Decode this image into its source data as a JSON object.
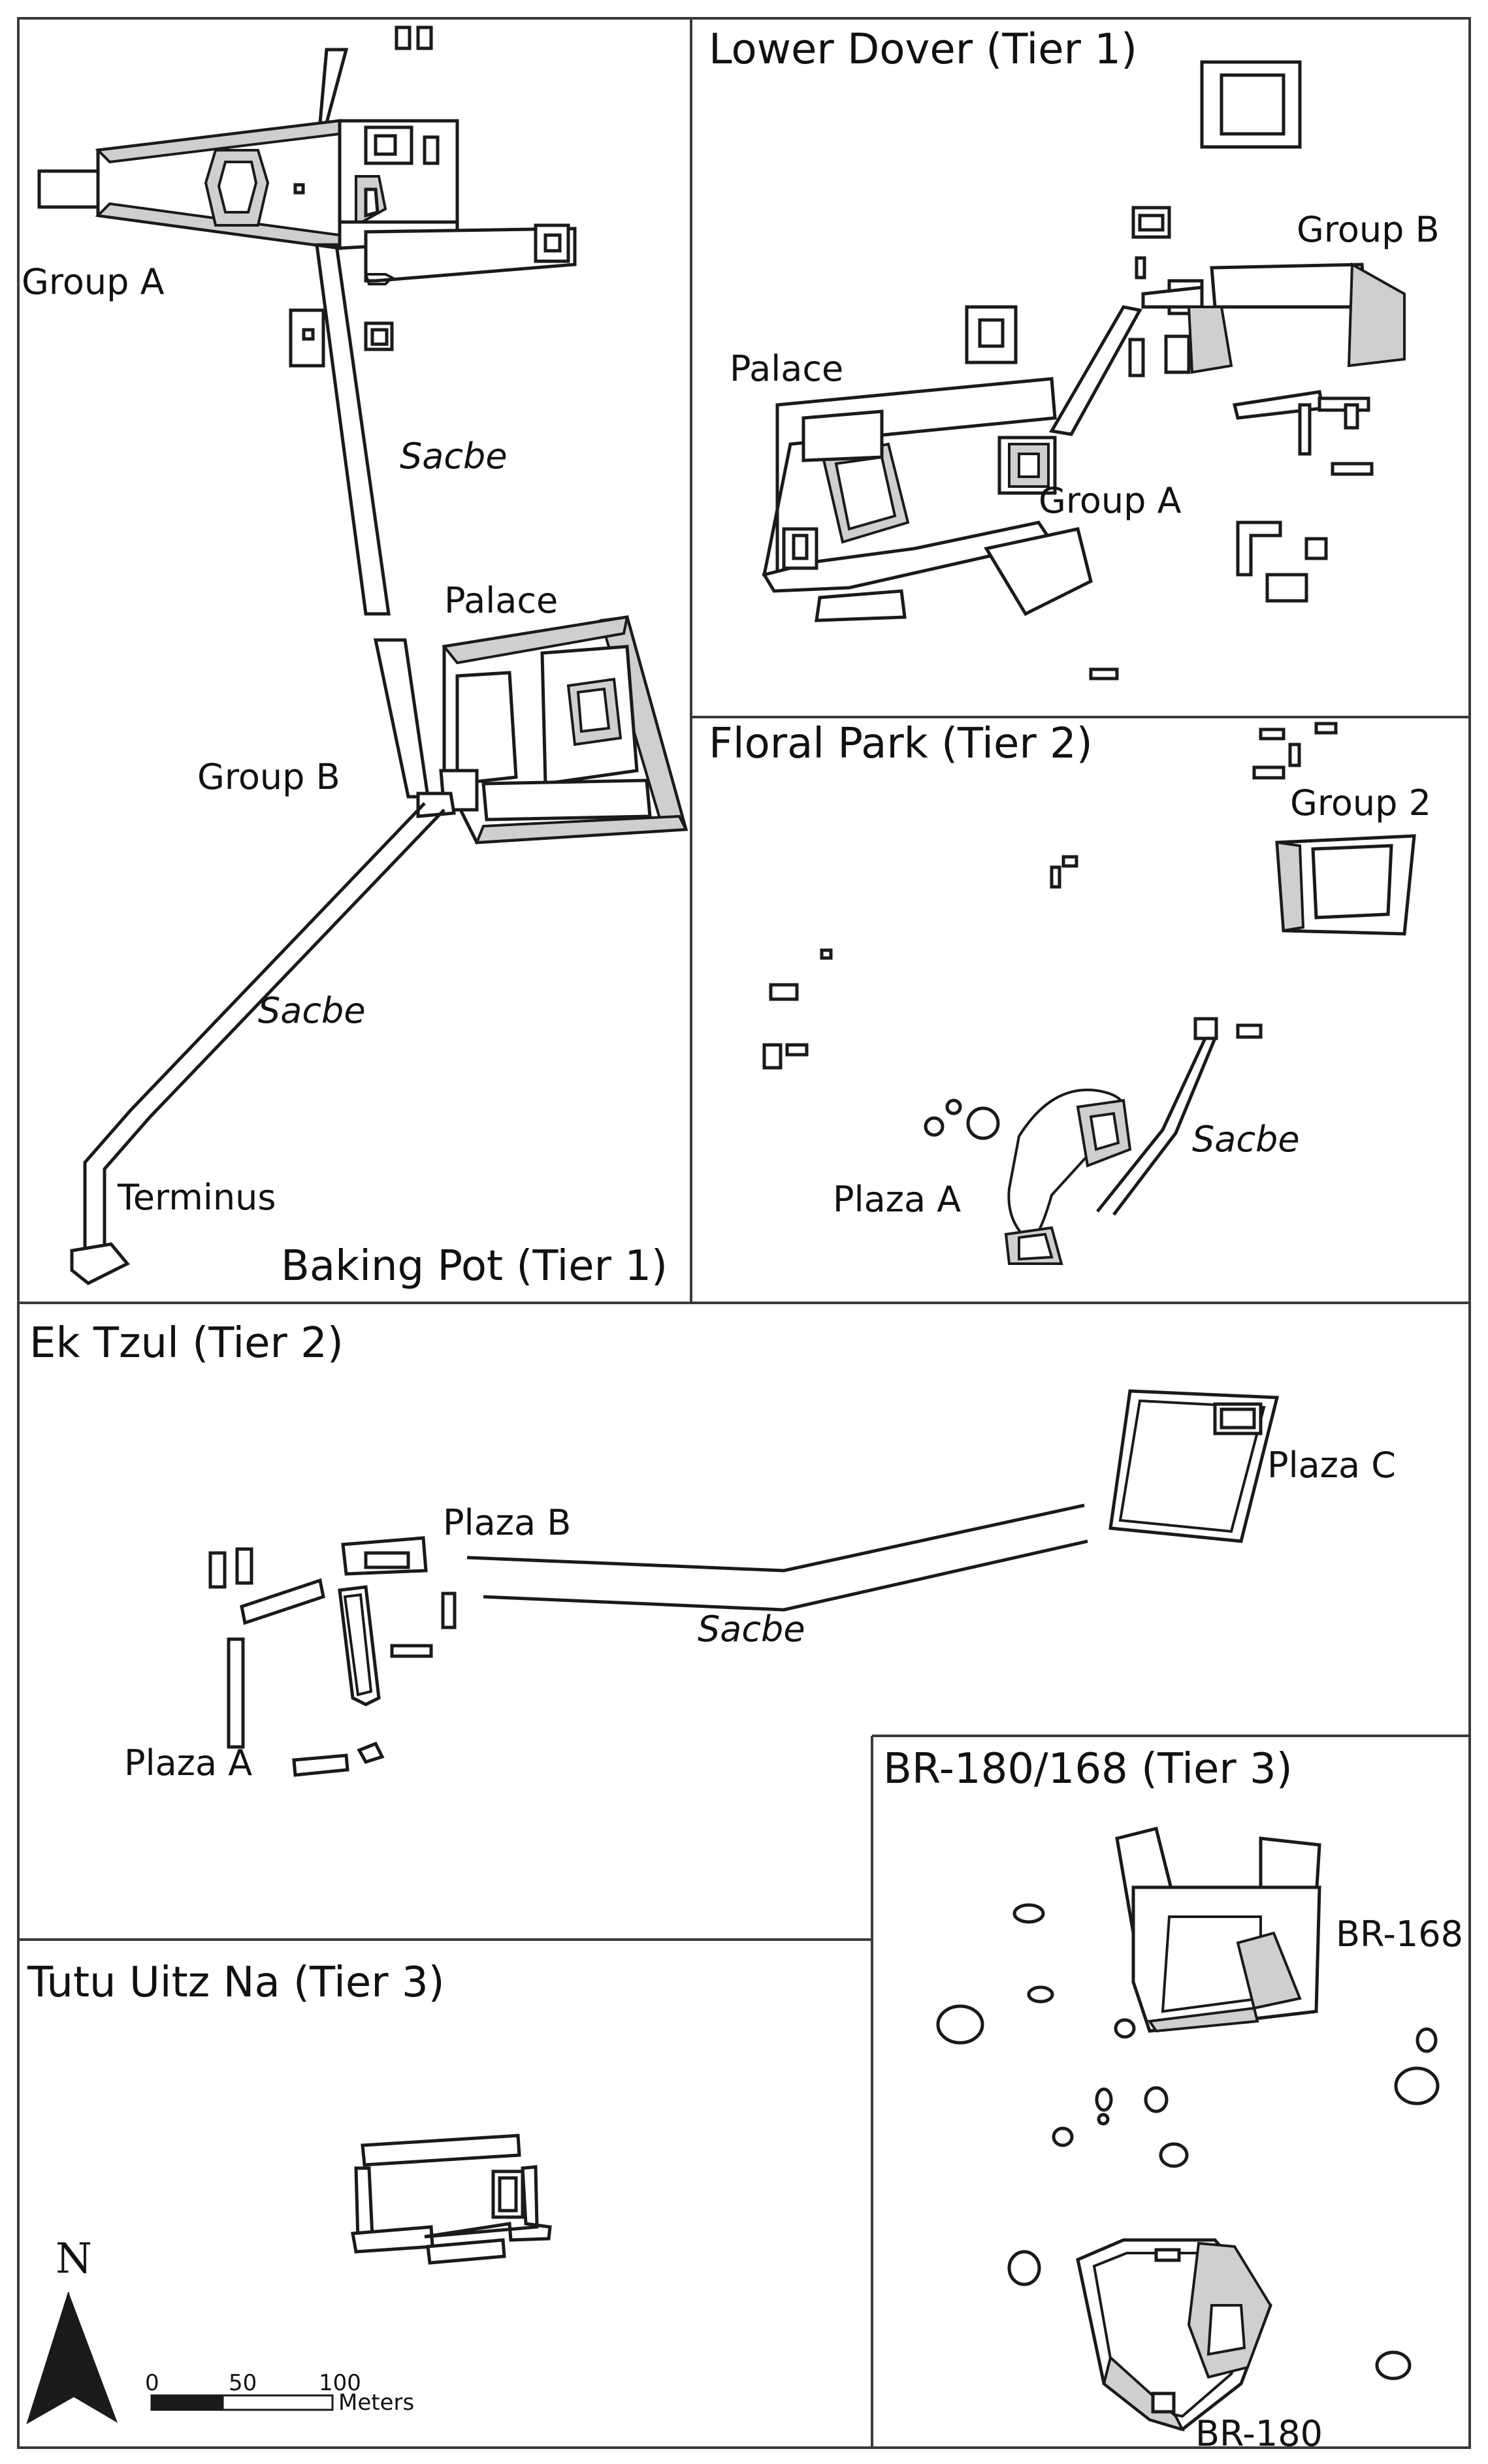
{
  "panels": {
    "baking_pot": {
      "title": "Baking Pot (Tier 1)",
      "labels": {
        "group_a": "Group A",
        "sacbe_1": "Sacbe",
        "palace": "Palace",
        "group_b": "Group B",
        "sacbe_2": "Sacbe",
        "terminus": "Terminus"
      }
    },
    "lower_dover": {
      "title": "Lower Dover (Tier 1)",
      "labels": {
        "group_b": "Group B",
        "palace": "Palace",
        "group_a": "Group A"
      }
    },
    "floral_park": {
      "title": "Floral Park (Tier 2)",
      "labels": {
        "group_2": "Group 2",
        "sacbe": "Sacbe",
        "plaza_a": "Plaza A"
      }
    },
    "ek_tzul": {
      "title": "Ek Tzul (Tier 2)",
      "labels": {
        "plaza_c": "Plaza C",
        "plaza_b": "Plaza B",
        "sacbe": "Sacbe",
        "plaza_a": "Plaza A"
      }
    },
    "br_180_168": {
      "title": "BR-180/168 (Tier 3)",
      "labels": {
        "br_168": "BR-168",
        "br_180": "BR-180"
      }
    },
    "tutu_uitz_na": {
      "title": "Tutu Uitz Na (Tier 3)"
    }
  },
  "north_arrow": {
    "letter": "N",
    "icon": "north-arrow-icon"
  },
  "scale_bar": {
    "ticks": [
      "0",
      "50",
      "100"
    ],
    "unit": "Meters"
  },
  "colors": {
    "structure_shade": "#cfcfcf",
    "outline": "#1a1a1a",
    "frame": "#3a3a3a"
  }
}
